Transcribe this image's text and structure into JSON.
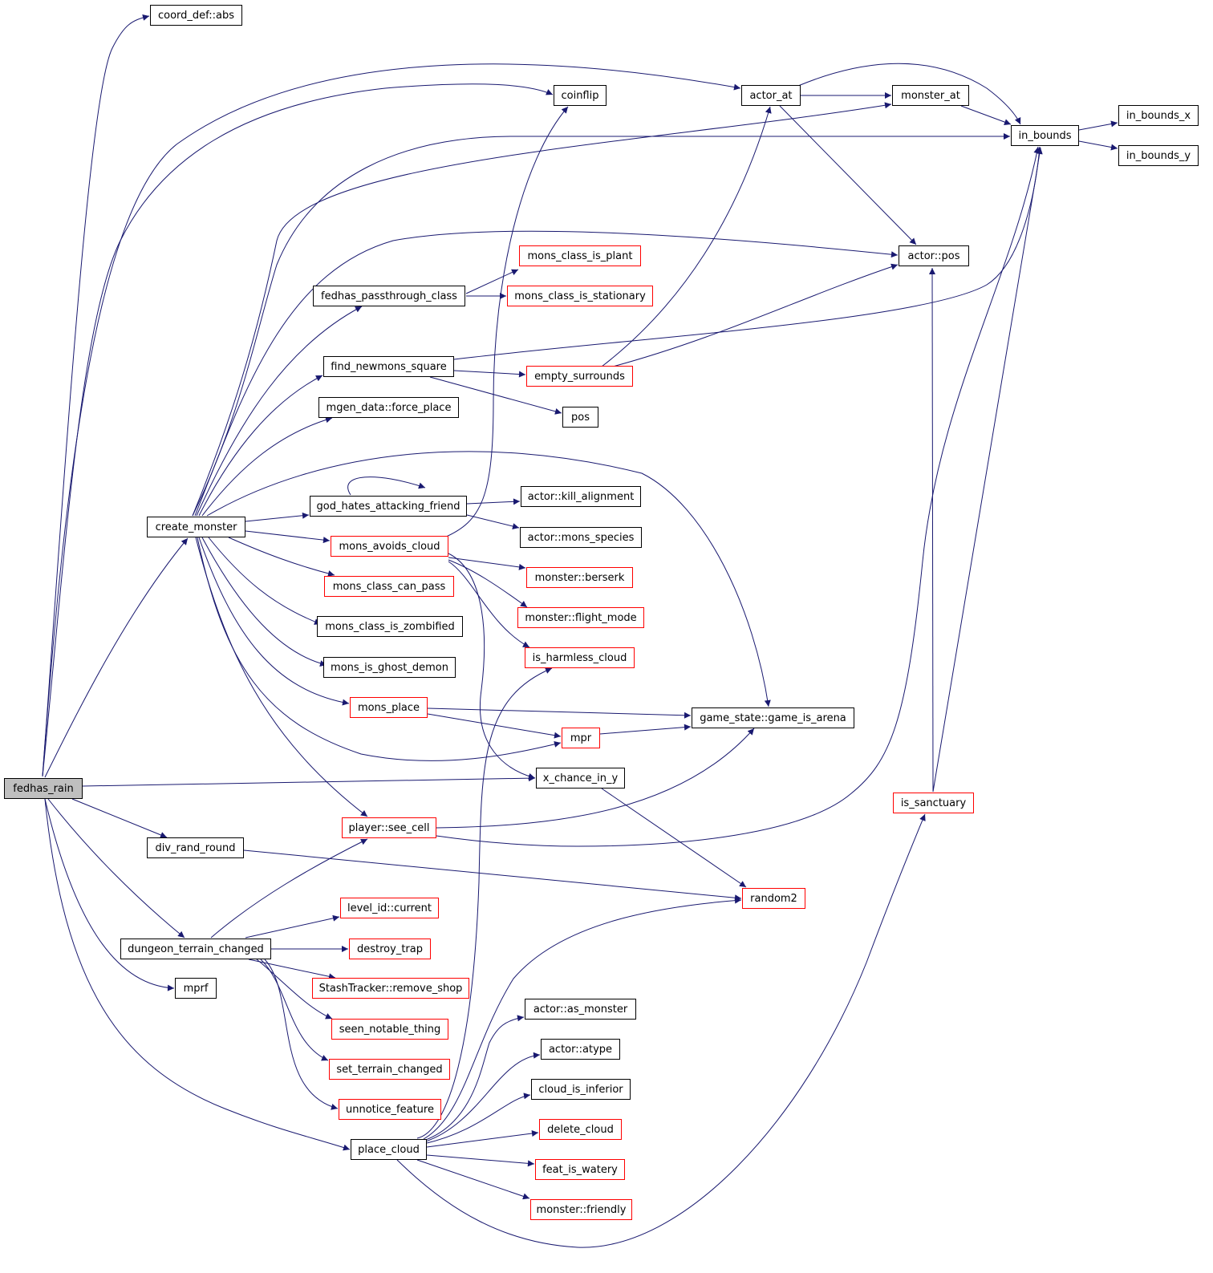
{
  "nodes": {
    "fedhas_rain": {
      "label": "fedhas_rain",
      "style": "root"
    },
    "coord_abs": {
      "label": "coord_def::abs",
      "style": "black"
    },
    "coinflip": {
      "label": "coinflip",
      "style": "black"
    },
    "actor_at": {
      "label": "actor_at",
      "style": "black"
    },
    "monster_at": {
      "label": "monster_at",
      "style": "black"
    },
    "in_bounds": {
      "label": "in_bounds",
      "style": "black"
    },
    "in_bounds_x": {
      "label": "in_bounds_x",
      "style": "black"
    },
    "in_bounds_y": {
      "label": "in_bounds_y",
      "style": "black"
    },
    "actor_pos": {
      "label": "actor::pos",
      "style": "black"
    },
    "mons_class_is_plant": {
      "label": "mons_class_is_plant",
      "style": "red"
    },
    "fedhas_passthrough_class": {
      "label": "fedhas_passthrough_class",
      "style": "black"
    },
    "mons_class_is_stationary": {
      "label": "mons_class_is_stationary",
      "style": "red"
    },
    "find_newmons_square": {
      "label": "find_newmons_square",
      "style": "black"
    },
    "empty_surrounds": {
      "label": "empty_surrounds",
      "style": "red"
    },
    "pos": {
      "label": "pos",
      "style": "black"
    },
    "force_place": {
      "label": "mgen_data::force_place",
      "style": "black"
    },
    "god_hates_attacking_friend": {
      "label": "god_hates_attacking_friend",
      "style": "black"
    },
    "kill_alignment": {
      "label": "actor::kill_alignment",
      "style": "black"
    },
    "create_monster": {
      "label": "create_monster",
      "style": "black"
    },
    "mons_species": {
      "label": "actor::mons_species",
      "style": "black"
    },
    "mons_avoids_cloud": {
      "label": "mons_avoids_cloud",
      "style": "red"
    },
    "monster_berserk": {
      "label": "monster::berserk",
      "style": "red"
    },
    "mons_class_can_pass": {
      "label": "mons_class_can_pass",
      "style": "red"
    },
    "flight_mode": {
      "label": "monster::flight_mode",
      "style": "red"
    },
    "mons_class_is_zombified": {
      "label": "mons_class_is_zombified",
      "style": "black"
    },
    "is_harmless_cloud": {
      "label": "is_harmless_cloud",
      "style": "red"
    },
    "mons_is_ghost_demon": {
      "label": "mons_is_ghost_demon",
      "style": "black"
    },
    "mons_place": {
      "label": "mons_place",
      "style": "red"
    },
    "game_is_arena": {
      "label": "game_state::game_is_arena",
      "style": "black"
    },
    "mpr": {
      "label": "mpr",
      "style": "red"
    },
    "x_chance_in_y": {
      "label": "x_chance_in_y",
      "style": "black"
    },
    "is_sanctuary": {
      "label": "is_sanctuary",
      "style": "red"
    },
    "player_see_cell": {
      "label": "player::see_cell",
      "style": "red"
    },
    "div_rand_round": {
      "label": "div_rand_round",
      "style": "black"
    },
    "random2": {
      "label": "random2",
      "style": "red"
    },
    "level_id_current": {
      "label": "level_id::current",
      "style": "red"
    },
    "dungeon_terrain_changed": {
      "label": "dungeon_terrain_changed",
      "style": "black"
    },
    "destroy_trap": {
      "label": "destroy_trap",
      "style": "red"
    },
    "mprf": {
      "label": "mprf",
      "style": "black"
    },
    "remove_shop": {
      "label": "StashTracker::remove_shop",
      "style": "red"
    },
    "as_monster": {
      "label": "actor::as_monster",
      "style": "black"
    },
    "seen_notable_thing": {
      "label": "seen_notable_thing",
      "style": "red"
    },
    "atype": {
      "label": "actor::atype",
      "style": "black"
    },
    "set_terrain_changed": {
      "label": "set_terrain_changed",
      "style": "red"
    },
    "cloud_is_inferior": {
      "label": "cloud_is_inferior",
      "style": "black"
    },
    "unnotice_feature": {
      "label": "unnotice_feature",
      "style": "red"
    },
    "delete_cloud": {
      "label": "delete_cloud",
      "style": "red"
    },
    "place_cloud": {
      "label": "place_cloud",
      "style": "black"
    },
    "feat_is_watery": {
      "label": "feat_is_watery",
      "style": "red"
    },
    "monster_friendly": {
      "label": "monster::friendly",
      "style": "red"
    }
  },
  "colors": {
    "edge": "#191970",
    "node_border": "#000000",
    "highlight_border": "#ff0000",
    "root_fill": "#bfbfbf"
  }
}
